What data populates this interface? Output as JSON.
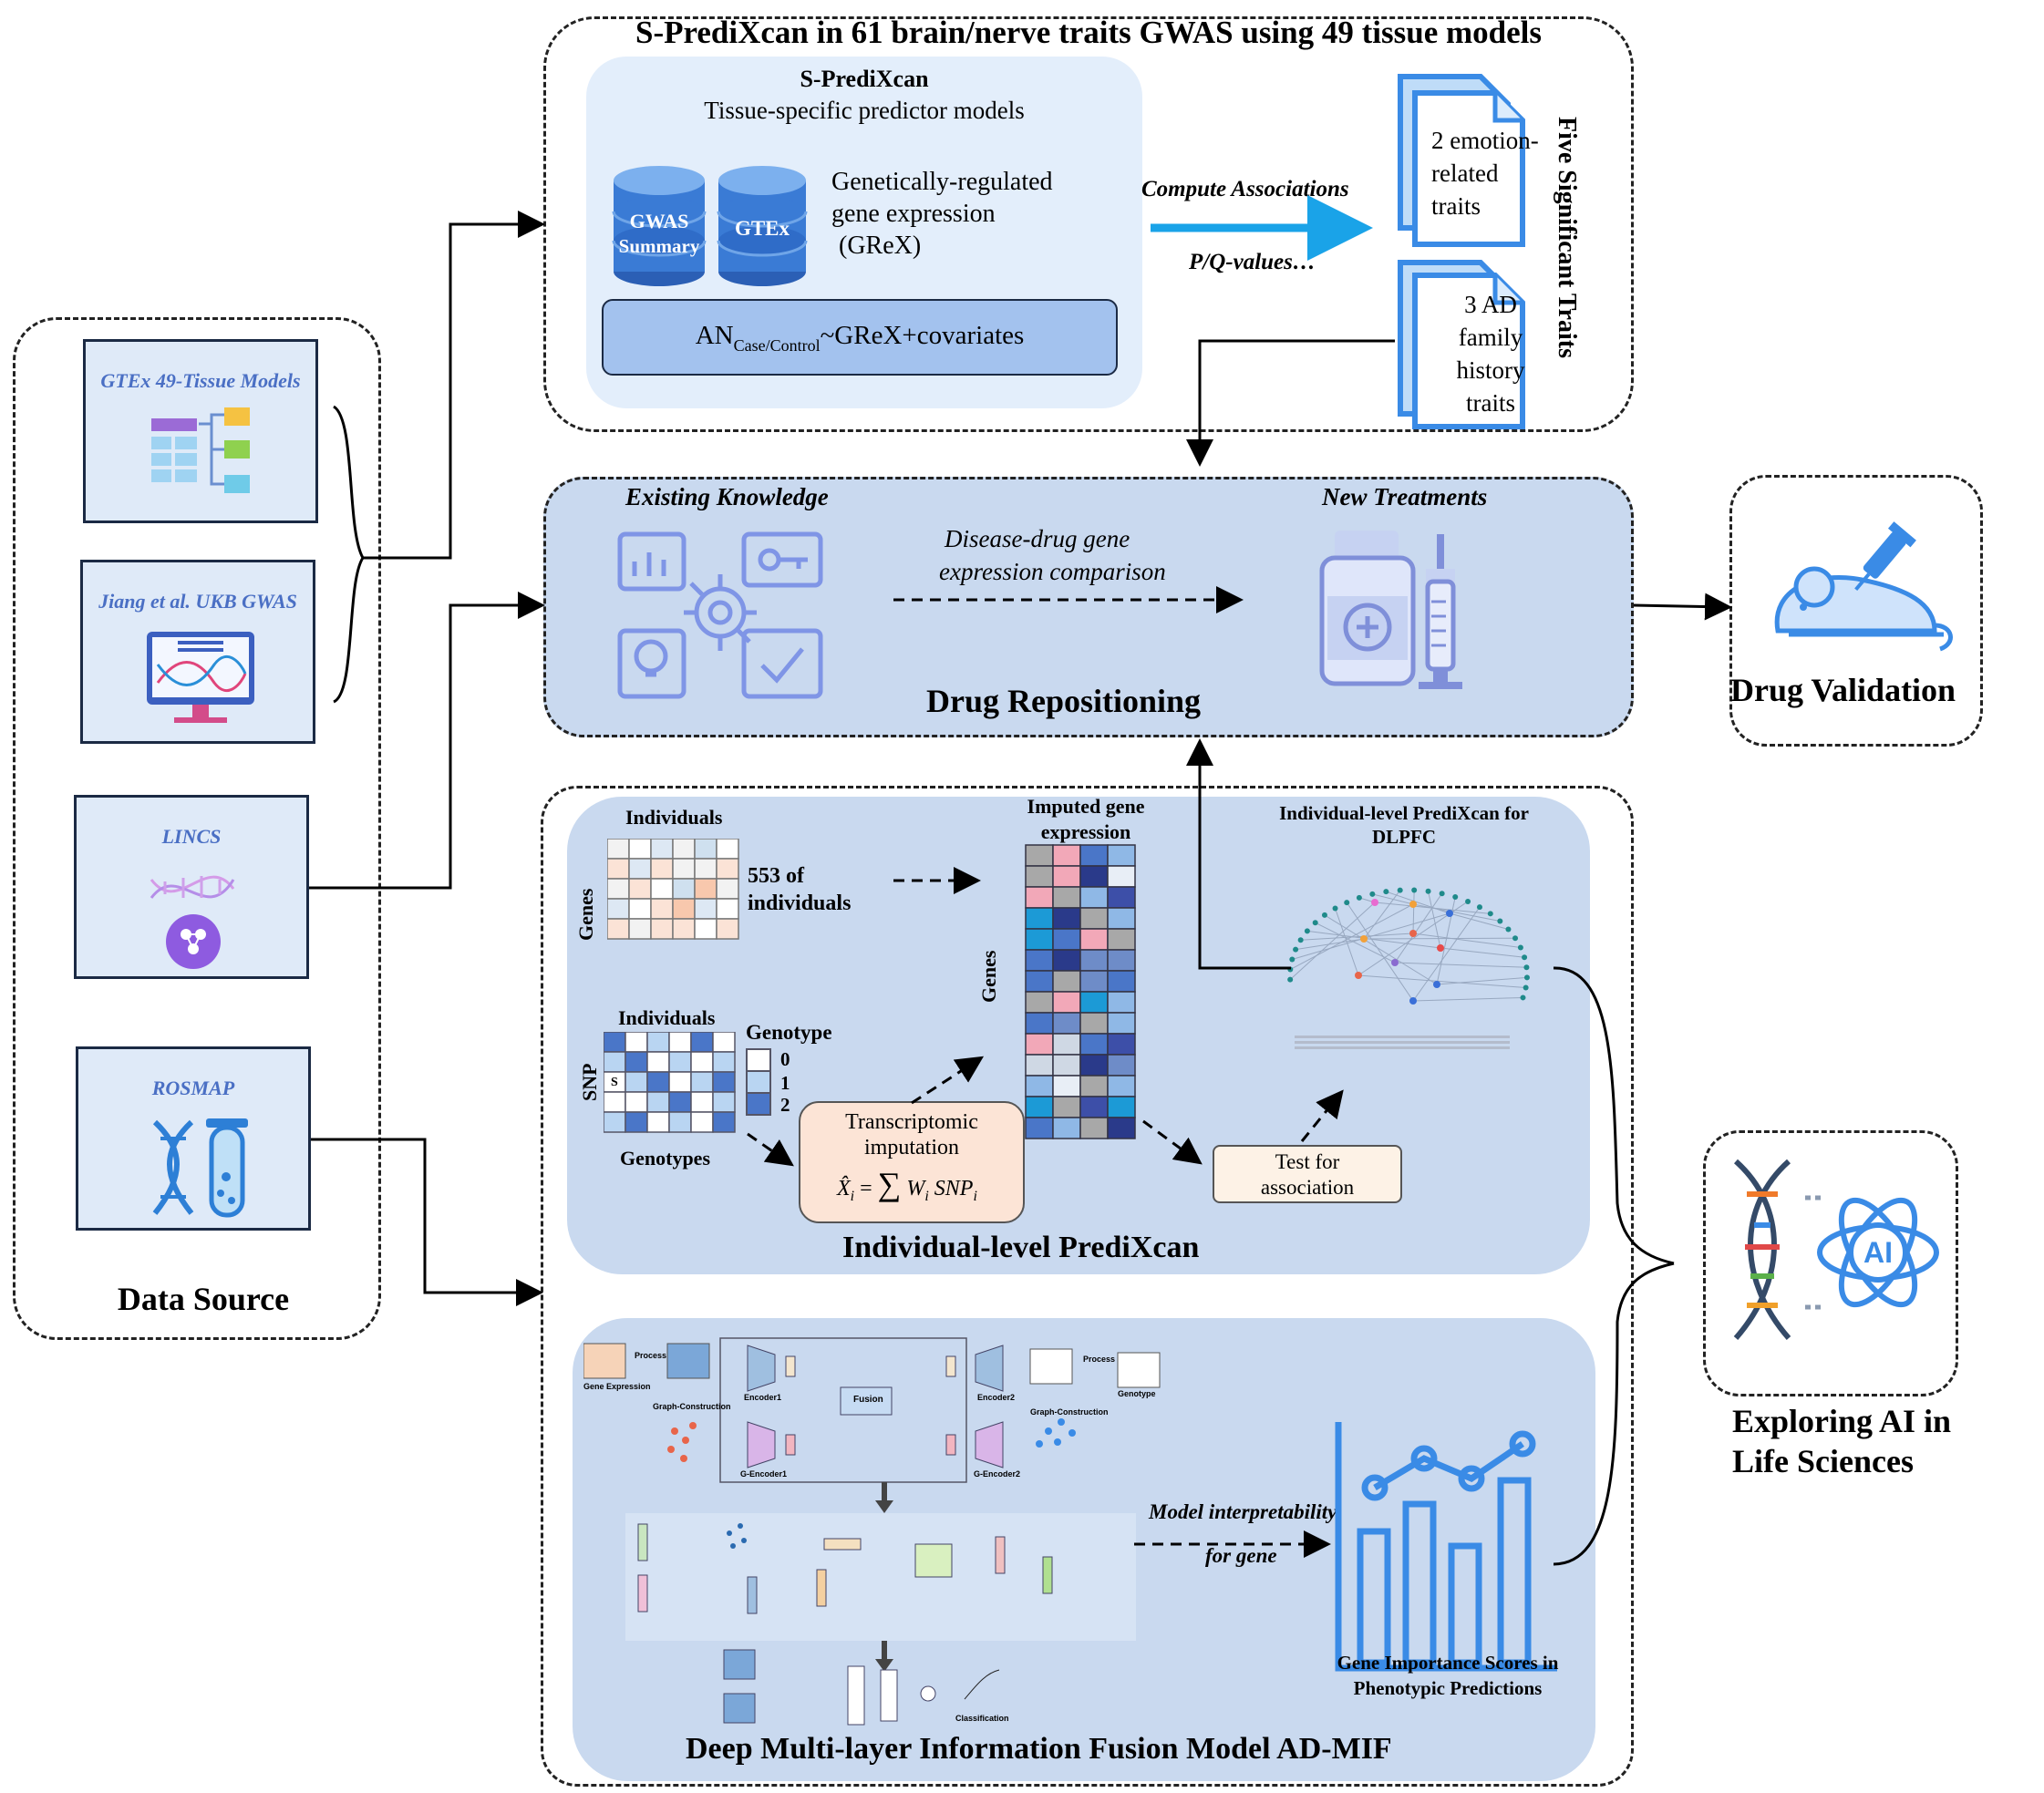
{
  "data_source": {
    "title": "Data Source",
    "cards": [
      {
        "label": "GTEx 49-Tissue Models",
        "icon": "table-tree-icon"
      },
      {
        "label": "Jiang et al. UKB GWAS",
        "icon": "dna-monitor-icon"
      },
      {
        "label": "LINCS",
        "icon": "dna-molecule-icon"
      },
      {
        "label": "ROSMAP",
        "icon": "dna-test-tube-icon"
      }
    ]
  },
  "spredixcan": {
    "title": "S-PrediXcan in 61 brain/nerve traits GWAS using 49 tissue models",
    "box_title": "S-PrediXcan",
    "box_subtitle": "Tissue-specific predictor models",
    "db1_line1": "GWAS",
    "db1_line2": "Summary",
    "db2": "GTEx",
    "grex_line1": "Genetically-regulated",
    "grex_line2": "gene expression",
    "grex_line3": "(GReX)",
    "formula_an": "AN",
    "formula_sub": "Case/Control",
    "formula_rest": "~GReX+covariates",
    "arrow_top": "Compute Associations",
    "arrow_bottom": "P/Q-values…",
    "trait1_lines": [
      "2 emotion-",
      "related",
      "traits"
    ],
    "trait2_lines": [
      "3 AD",
      "family",
      "history",
      "traits"
    ],
    "side_label": "Five Significant Traits"
  },
  "drug_repositioning": {
    "title": "Drug Repositioning",
    "left_label": "Existing Knowledge",
    "right_label": "New Treatments",
    "mid_line1": "Disease-drug gene",
    "mid_line2": "expression comparison"
  },
  "drug_validation": {
    "title": "Drug Validation",
    "icon": "mouse-syringe-icon"
  },
  "individual_predixcan": {
    "title": "Individual-level PrediXcan",
    "individuals_top": "Individuals",
    "genes_label": "Genes",
    "n_individuals_line1": "553 of",
    "n_individuals_line2": "individuals",
    "imputed_line1": "Imputed gene",
    "imputed_line2": "expression",
    "imputed_genes_label": "Genes",
    "snp_individuals": "Individuals",
    "snp_label": "SNP",
    "snp_s": "S",
    "genotype_label": "Genotype",
    "genotype_values": [
      "0",
      "1",
      "2"
    ],
    "genotypes_label": "Genotypes",
    "imputation_line1": "Transcriptomic",
    "imputation_line2": "imputation",
    "formula_lhs": "X̂",
    "formula_sub_i": "i",
    "formula_eq": "=",
    "formula_sum": "∑",
    "formula_w": "W",
    "formula_snp": "SNP",
    "dlpfc_line1": "Individual-level PrediXcan for",
    "dlpfc_line2": "DLPFC",
    "test_line1": "Test for",
    "test_line2": "association"
  },
  "admif": {
    "title": "Deep Multi-layer Information Fusion Model AD-MIF",
    "arrow_line1": "Model interpretability",
    "arrow_line2": "for gene",
    "chart_line1": "Gene Importance Scores in",
    "chart_line2": "Phenotypic Predictions",
    "process": "Process",
    "gene_expression": "Gene Expression",
    "genotype": "Genotype",
    "graph_construction": "Graph-Construction",
    "encoder1": "Encoder1",
    "encoder2": "Encoder2",
    "g_encoder1": "G-Encoder1",
    "g_encoder2": "G-Encoder2",
    "fusion": "Fusion",
    "classification": "Classification"
  },
  "ai": {
    "title_line1": "Exploring AI in",
    "title_line2": "Life Sciences",
    "icon_text": "AI"
  },
  "colors": {
    "panel_light": "#e3eefb",
    "panel_mid": "#c9d9ef",
    "accent_blue": "#4a90e2",
    "arrow_cyan": "#1aa3e8",
    "card_title": "#4a6fc4"
  }
}
